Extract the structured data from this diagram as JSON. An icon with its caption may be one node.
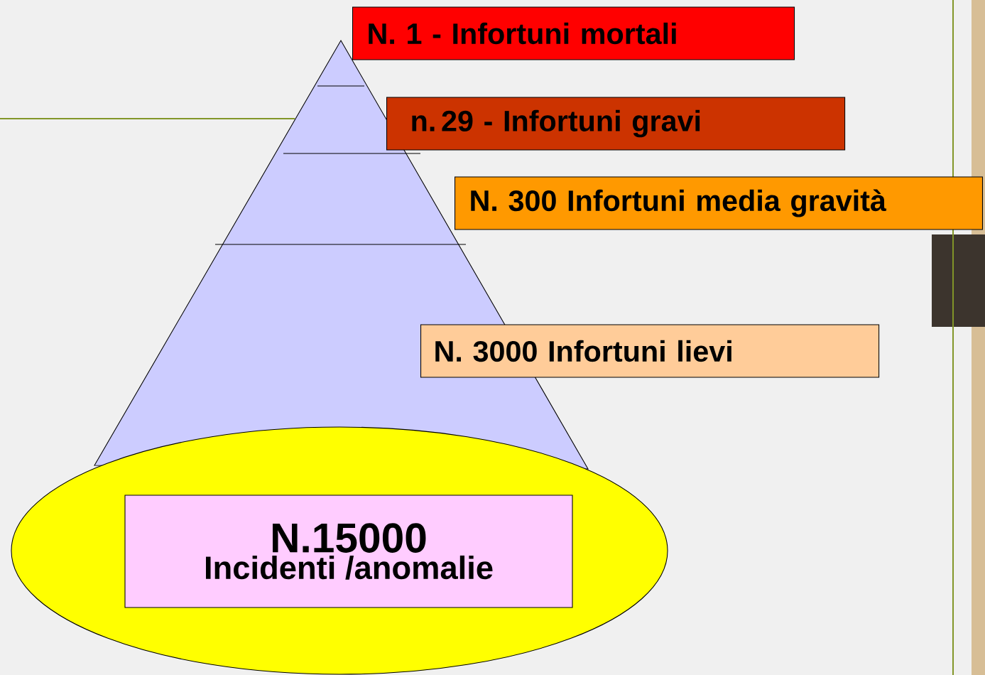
{
  "diagram": {
    "nodes": [
      {
        "text": [
          "N. 1 - Infortuni mortali"
        ]
      },
      {
        "text": [
          "n. 29 - Infortuni gravi"
        ]
      },
      {
        "text": [
          "N. 300 Infortuni media gravità"
        ]
      },
      {
        "text": [
          "N. 3000 Infortuni lievi"
        ]
      },
      {
        "text": [],
        "shape": "ellipse"
      },
      {
        "text": [
          "N.15000",
          "Incidenti /anomalie"
        ],
        "in": 4
      }
    ]
  }
}
